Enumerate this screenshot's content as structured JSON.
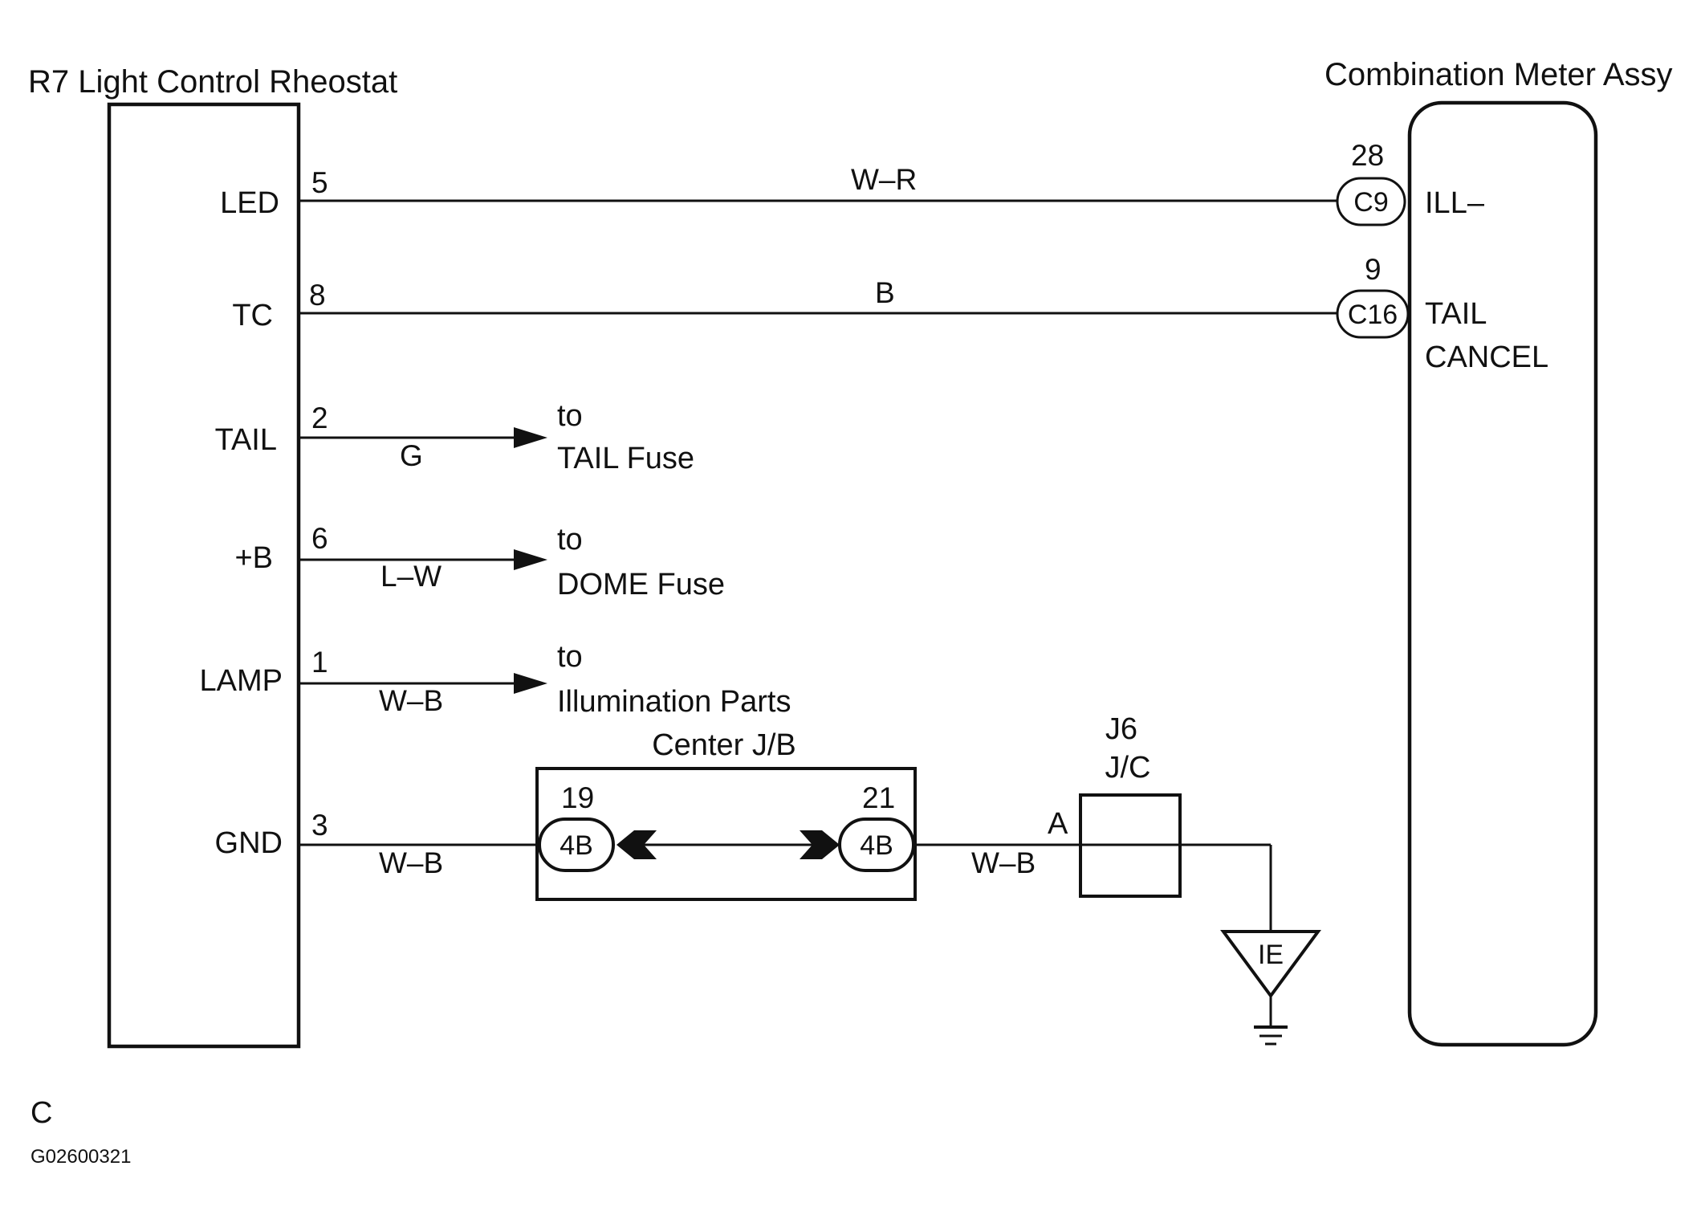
{
  "left_component": {
    "title": "R7 Light Control Rheostat",
    "terminals": [
      {
        "name": "LED",
        "pin": "5",
        "wire": "W–R"
      },
      {
        "name": "TC",
        "pin": "8",
        "wire": "B"
      },
      {
        "name": "TAIL",
        "pin": "2",
        "wire": "G",
        "dest_to": "to",
        "dest": "TAIL Fuse"
      },
      {
        "name": "+B",
        "pin": "6",
        "wire": "L–W",
        "dest_to": "to",
        "dest": "DOME Fuse"
      },
      {
        "name": "LAMP",
        "pin": "1",
        "wire": "W–B",
        "dest_to": "to",
        "dest": "Illumination Parts"
      },
      {
        "name": "GND",
        "pin": "3",
        "wire": "W–B"
      }
    ]
  },
  "right_component": {
    "title": "Combination Meter Assy",
    "connectors": [
      {
        "pin": "28",
        "code": "C9",
        "label": "ILL–"
      },
      {
        "pin": "9",
        "code": "C16",
        "label_1": "TAIL",
        "label_2": "CANCEL"
      }
    ]
  },
  "junction_block": {
    "title": "Center J/B",
    "left_pin": "19",
    "left_code": "4B",
    "right_pin": "21",
    "right_code": "4B",
    "out_wire": "W–B"
  },
  "junction_connector": {
    "name": "J6",
    "type": "J/C",
    "terminal": "A"
  },
  "ground": {
    "code": "IE"
  },
  "footer": {
    "letter": "C",
    "figure_id": "G02600321"
  }
}
